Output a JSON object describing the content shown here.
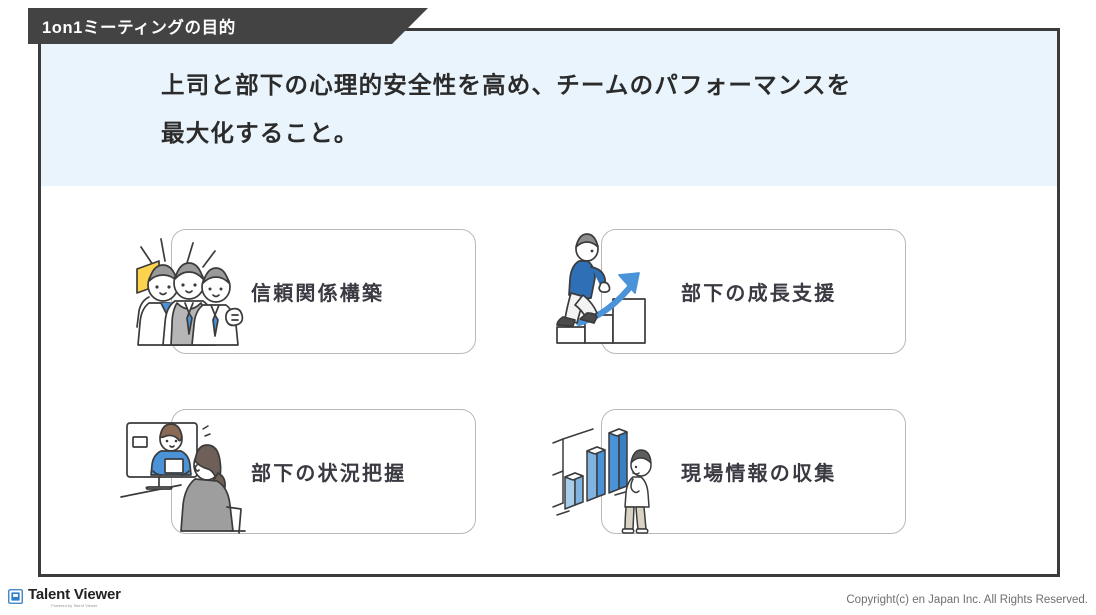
{
  "banner": {
    "title": "1on1ミーティングの目的"
  },
  "statement": {
    "line1": "上司と部下の心理的安全性を高め、チームのパフォーマンスを",
    "line2": "最大化すること。",
    "background_color": "#e9f4fc"
  },
  "cards": [
    {
      "label": "信頼関係構築",
      "icon": "three-colleagues-celebrating-icon",
      "position": "top-left"
    },
    {
      "label": "部下の成長支援",
      "icon": "person-climbing-stairs-growth-arrow-icon",
      "position": "top-right"
    },
    {
      "label": "部下の状況把握",
      "icon": "video-call-meeting-icon",
      "position": "bottom-left"
    },
    {
      "label": "現場情報の収集",
      "icon": "bar-chart-observer-icon",
      "position": "bottom-right"
    }
  ],
  "footer": {
    "logo_name": "Talent Viewer",
    "logo_sub": "Powered by Talent Viewer",
    "copyright": "Copyright(c)  en Japan Inc. All Rights Reserved."
  },
  "colors": {
    "banner_bg": "#434343",
    "frame_border": "#3b3b3b",
    "accent_blue": "#4a93d9",
    "card_border": "#b9b9b9",
    "text_dark": "#3a3a42"
  }
}
